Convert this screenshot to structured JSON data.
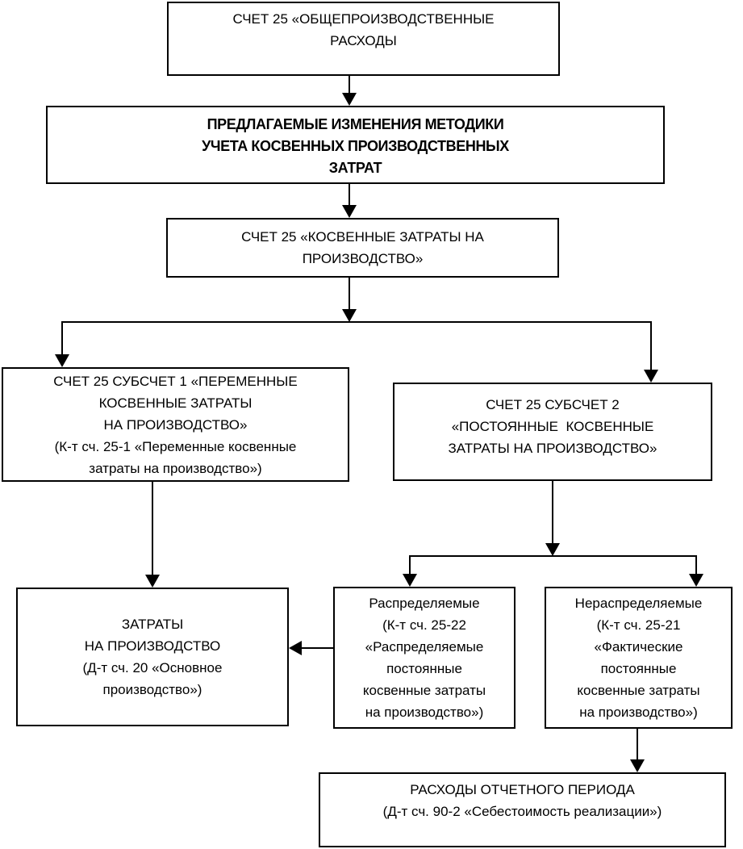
{
  "colors": {
    "background": "#ffffff",
    "box_border": "#000000",
    "connector": "#000000",
    "text": "#000000"
  },
  "diagram": {
    "nodes": {
      "account25_general": {
        "text": "СЧЕТ 25 «ОБЩЕПРОИЗВОДСТВЕННЫЕ\nРАСХОДЫ"
      },
      "proposed_changes": {
        "text": "ПРЕДЛАГАЕМЫЕ ИЗМЕНЕНИЯ МЕТОДИКИ\nУЧЕТА КОСВЕННЫХ ПРОИЗВОДСТВЕННЫХ\nЗАТРАТ"
      },
      "account25_indirect": {
        "text": "СЧЕТ 25 «КОСВЕННЫЕ ЗАТРАТЫ НА\nПРОИЗВОДСТВО»"
      },
      "subaccount1_variable": {
        "text": "СЧЕТ 25 СУБСЧЕТ 1 «ПЕРЕМЕННЫЕ\nКОСВЕННЫЕ ЗАТРАТЫ\nНА ПРОИЗВОДСТВО»\n(К-т сч. 25-1 «Переменные косвенные\nзатраты на производство»)"
      },
      "subaccount2_fixed": {
        "text": "СЧЕТ 25 СУБСЧЕТ 2\n«ПОСТОЯННЫЕ  КОСВЕННЫЕ\nЗАТРАТЫ НА ПРОИЗВОДСТВО»"
      },
      "production_costs": {
        "text": "ЗАТРАТЫ\nНА ПРОИЗВОДСТВО\n(Д-т сч. 20 «Основное\nпроизводство»)"
      },
      "distributable": {
        "text": "Распределяемые\n(К-т сч. 25-22\n«Распределяемые\nпостоянные\nкосвенные затраты\nна производство»)"
      },
      "non_distributable": {
        "text": "Нераспределяемые\n(К-т сч. 25-21\n«Фактические\nпостоянные\nкосвенные затраты\nна производство»)"
      },
      "reporting_period_expenses": {
        "text": "РАСХОДЫ ОТЧЕТНОГО ПЕРИОДА\n(Д-т сч. 90-2 «Себестоимость реализации»)"
      }
    },
    "edges": [
      {
        "from": "account25_general",
        "to": "proposed_changes"
      },
      {
        "from": "proposed_changes",
        "to": "account25_indirect"
      },
      {
        "from": "account25_indirect",
        "to": "subaccount1_variable"
      },
      {
        "from": "account25_indirect",
        "to": "subaccount2_fixed"
      },
      {
        "from": "subaccount1_variable",
        "to": "production_costs"
      },
      {
        "from": "subaccount2_fixed",
        "to": "distributable"
      },
      {
        "from": "subaccount2_fixed",
        "to": "non_distributable"
      },
      {
        "from": "distributable",
        "to": "production_costs"
      },
      {
        "from": "non_distributable",
        "to": "reporting_period_expenses"
      }
    ]
  }
}
